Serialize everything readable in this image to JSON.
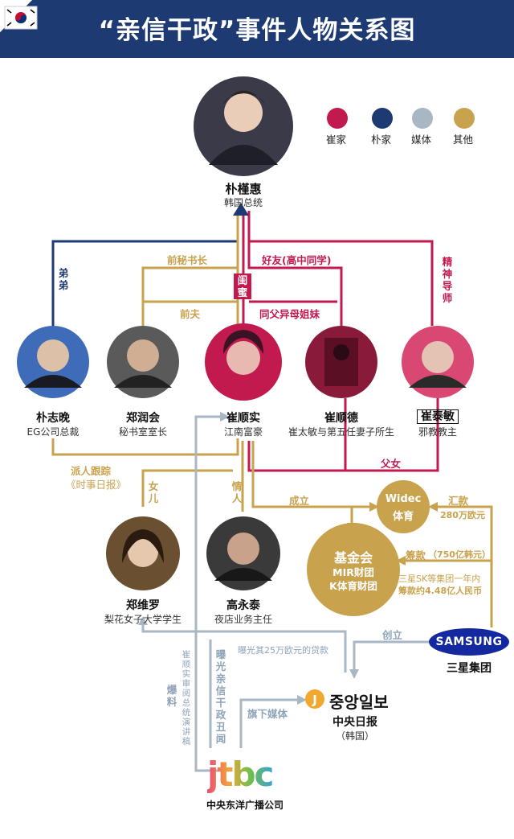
{
  "header": {
    "title": "“亲信干政”事件人物关系图"
  },
  "legend": [
    {
      "label": "崔家",
      "color": "#c21a4f"
    },
    {
      "label": "朴家",
      "color": "#1e3a72"
    },
    {
      "label": "媒体",
      "color": "#a9b6c3"
    },
    {
      "label": "其他",
      "color": "#c9a24e"
    }
  ],
  "people": {
    "park_geunhye": {
      "name": "朴槿惠",
      "desc": "韩国总统"
    },
    "park_jiman": {
      "name": "朴志晚",
      "desc": "EG公司总裁"
    },
    "jeong_yunhoe": {
      "name": "郑润会",
      "desc": "秘书室室长"
    },
    "choi_soonsil": {
      "name": "崔顺实",
      "desc": "江南富豪"
    },
    "choi_soondeuk": {
      "name": "崔顺德",
      "desc": "崔太敏与第五任妻子所生"
    },
    "choi_taemin": {
      "name": "崔泰敏",
      "desc": "邪教教主"
    },
    "jeong_yura": {
      "name": "郑维罗",
      "desc": "梨花女子大学学生"
    },
    "go_youngtae": {
      "name": "高永泰",
      "desc": "夜店业务主任"
    }
  },
  "relations": {
    "brother": "弟弟",
    "former_secretary": "前秘书长",
    "friend_high_school": "好友(高中同学)",
    "spiritual_mentor": "精神导师",
    "confidante": "闺蜜",
    "ex_husband": "前夫",
    "half_sisters": "同父异母姐妹",
    "father_daughter": "父女",
    "sent_tracker": "派人跟踪",
    "sent_tracker_source": "《时事日报》",
    "daughter": "女儿",
    "lover": "情人",
    "founded": "成立",
    "remittance": "汇款",
    "remittance_amount": "280万欧元",
    "fundraising": "筹款",
    "fundraising_amount": "（750亿韩元）",
    "fundraising_detail_1": "三星SK等集团一年内",
    "fundraising_detail_2": "筹款约4.48亿人民币",
    "loan_exposed": "曝光其25万欧元的贷款",
    "created": "创立",
    "subsidiary_media": "旗下媒体",
    "exposed_scandal": "曝光亲信干政丑闻",
    "leak": "爆料",
    "speech_review": "崔顺实审阅总统演讲稿"
  },
  "orgs": {
    "widec": {
      "line1": "Widec",
      "line2": "体育"
    },
    "foundation": {
      "line1": "基金会",
      "line2": "MIR财团",
      "line3": "K体育财团"
    },
    "samsung": {
      "logo": "SAMSUNG",
      "name": "三星集团"
    },
    "joongang": {
      "logo": "중앙일보",
      "name": "中央日报",
      "sub": "（韩国）"
    },
    "jtbc": {
      "logo": "jtbc",
      "name": "中央东洋广播公司"
    }
  }
}
